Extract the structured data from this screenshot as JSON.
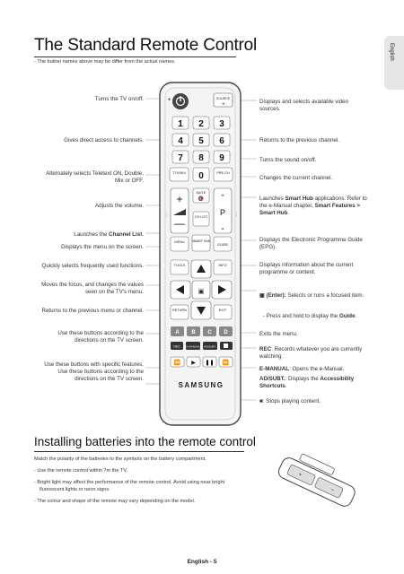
{
  "page": {
    "title": "The Standard Remote Control",
    "note": "-  The button names above may be differ from the actual names.",
    "language_tab": "English",
    "footer": "English - 5"
  },
  "left_labels": [
    "Turns the TV on/off.",
    "Gives direct access to channels.",
    "Alternately selects Teletext ON, Double,",
    "Mix or OFF.",
    "Adjusts the volume.",
    "Launches the Channel List.",
    "Displays the menu on the screen.",
    "Quickly selects frequently used functions.",
    "Moves the focus, and changes the values",
    "seen on the TV's menu.",
    "Returns to the previous menu or channel.",
    "Use these buttons according to the",
    "directions on the TV screen.",
    "Use these buttons with specific features.",
    "Use these buttons according to the",
    "directions on the TV screen."
  ],
  "right_labels": {
    "source": "Displays and selects available video sources.",
    "prev_channel": "Returns to the previous channel.",
    "mute": "Turns the sound on/off.",
    "channel": "Changes the current channel.",
    "smart_hub_1": "Launches",
    "smart_hub_bold_1": "Smart Hub",
    "smart_hub_2": "applications. Refer to the e-Manual chapter,",
    "smart_hub_bold_2": "Smart Features > Smart Hub",
    "smart_hub_3": ".",
    "guide": "Displays the Electronic Programme Guide (EPG).",
    "info": "Displays information about the current programme or content.",
    "enter_bold": "(Enter):",
    "enter_text": "Selects or runs a focused item.",
    "enter_hold": "-   Press and hold to display the",
    "enter_hold_bold": "Guide",
    "enter_hold_end": ".",
    "exit": "Exits the menu.",
    "rec_bold": "REC",
    "rec_text": ": Records whatever you are currently watching.",
    "emanual_bold": "E-MANUAL",
    "emanual_text": ": Opens the e-Manual.",
    "adsubt_bold": "AD/SUBT.",
    "adsubt_text": ": Displays the",
    "adsubt_bold2": "Accessibility Shortcuts",
    "adsubt_end": ".",
    "stop_text": ": Stops playing content."
  },
  "remote": {
    "brand": "SAMSUNG",
    "source": "SOURCE",
    "digits": [
      "1",
      "2",
      "3",
      "4",
      "5",
      "6",
      "7",
      "8",
      "9",
      "0"
    ],
    "ttx": "TTX/MIX",
    "prech": "PRE-CH",
    "mute": "MUTE",
    "ch_list": "CH LIST",
    "p": "P",
    "menu": "MENU",
    "smart_hub": "SMART HUB",
    "guide": "GUIDE",
    "tools": "TOOLS",
    "info": "INFO",
    "return": "RETURN",
    "exit": "EXIT",
    "colors": [
      "A",
      "B",
      "C",
      "D"
    ],
    "rec": "REC",
    "emanual": "E-MANUAL",
    "adsubt": "AD/SUBT."
  },
  "batteries": {
    "heading": "Installing batteries into the remote control",
    "intro": "Match the polarity of the batteries to the symbols on the battery compartment.",
    "bullets": [
      "-  Use the remote control within 7m the TV.",
      "-  Bright light may affect the performance of the remote control. Avoid using near bright",
      "fluorescent lights or neon signs.",
      "-  The colour and shape of the remote may vary depending on the model."
    ]
  }
}
